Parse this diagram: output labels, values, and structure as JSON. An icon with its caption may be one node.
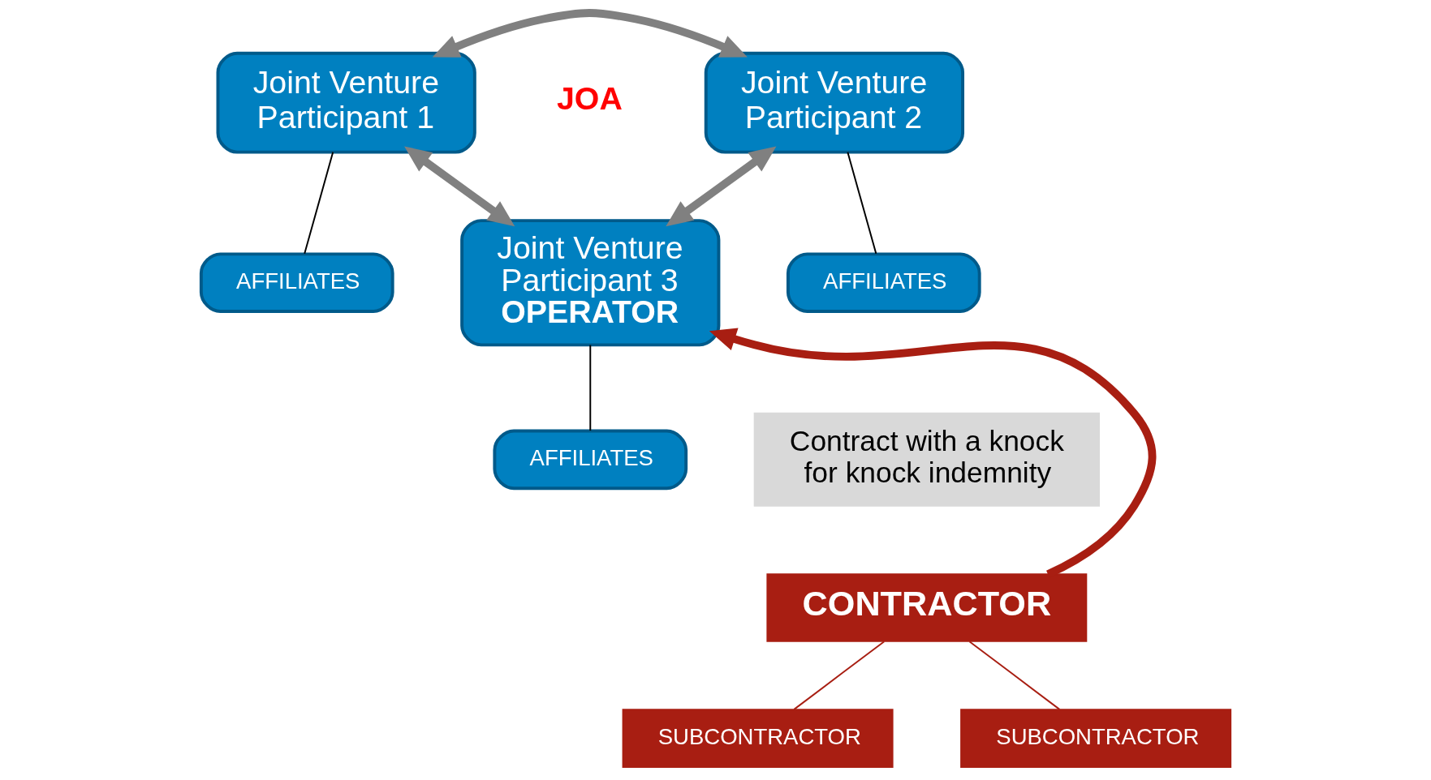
{
  "diagram": {
    "nodes": [
      {
        "text": [
          "Joint Venture Participant 1"
        ]
      },
      {
        "text": [
          "Joint Venture Participant 2"
        ]
      },
      {
        "text": [
          "AFFILIATES"
        ]
      },
      {
        "text": [
          "AFFILIATES"
        ]
      },
      {
        "text": [
          "Joint Venture Participant 3",
          "OPERATOR"
        ]
      },
      {
        "text": [
          "AFFILIATES"
        ]
      },
      {
        "text": [
          "Contract with a knock for knock indemnity"
        ]
      },
      {
        "text": [
          "CONTRACTOR"
        ]
      },
      {
        "text": [
          "SUBCONTRACTOR"
        ]
      },
      {
        "text": [
          "SUBCONTRACTOR"
        ]
      }
    ],
    "edges": [
      {
        "from": 0,
        "to": 1,
        "arrow": "both",
        "style": "thick",
        "color": "#808080"
      },
      {
        "from": 0,
        "to": 4,
        "arrow": "both",
        "style": "thick",
        "color": "#808080"
      },
      {
        "from": 1,
        "to": 4,
        "arrow": "both",
        "style": "thick",
        "color": "#808080"
      },
      {
        "from": 0,
        "to": 2,
        "arrow": "none",
        "color": "#000000"
      },
      {
        "from": 1,
        "to": 3,
        "arrow": "none",
        "color": "#000000"
      },
      {
        "from": 4,
        "to": 5,
        "arrow": "none",
        "color": "#000000"
      },
      {
        "from": 7,
        "to": 4,
        "arrow": "to",
        "style": "thick",
        "color": "#a81e12"
      },
      {
        "from": 7,
        "to": 8,
        "arrow": "none",
        "color": "#a81e12"
      },
      {
        "from": 7,
        "to": 9,
        "arrow": "none",
        "color": "#a81e12"
      }
    ],
    "labels": [
      "JOA"
    ]
  }
}
